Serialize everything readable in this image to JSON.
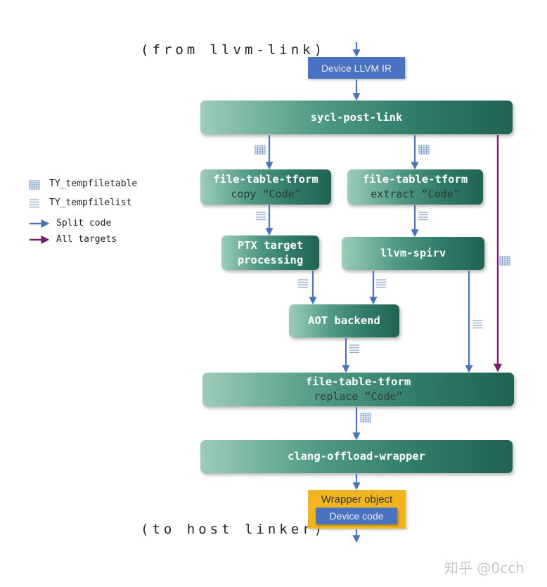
{
  "input_note": "(from llvm-link)",
  "output_note": "(to host linker)",
  "device_ir_label": "Device LLVM IR",
  "nodes": {
    "sycl_post_link": "sycl-post-link",
    "ftt_copy_title": "file-table-tform",
    "ftt_copy_sub": "copy “Code”",
    "ftt_extract_title": "file-table-tform",
    "ftt_extract_sub": "extract “Code”",
    "ptx_line1": "PTX target",
    "ptx_line2": "processing",
    "llvm_spirv": "llvm-spirv",
    "aot_backend": "AOT backend",
    "ftt_replace_title": "file-table-tform",
    "ftt_replace_sub": "replace “Code”",
    "clang_offload_wrapper": "clang-offload-wrapper"
  },
  "wrapper": {
    "title": "Wrapper object",
    "inner": "Device code"
  },
  "legend": {
    "table": "TY_tempfiletable",
    "list": "TY_tempfilelist",
    "split": "Split code",
    "all": "All targets"
  },
  "colors": {
    "split_arrow": "#4a72c2",
    "all_targets_arrow": "#7a1a6e",
    "node_dark": "#1f6354",
    "node_light": "#9ccdb9",
    "device_box": "#4a72c2",
    "wrapper_box": "#f2b61c"
  },
  "watermark": "知乎 @0cch"
}
